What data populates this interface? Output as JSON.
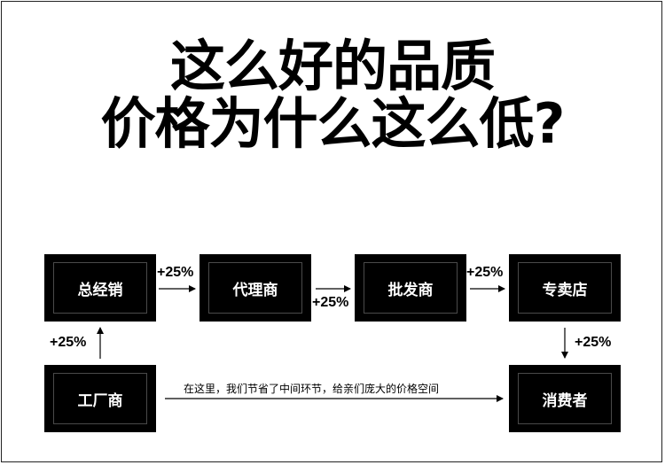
{
  "headline": {
    "line1": "这么好的品质",
    "line2": "价格为什么这么低?"
  },
  "nodes": {
    "general_distributor": "总经销",
    "agent": "代理商",
    "wholesaler": "批发商",
    "specialty_store": "专卖店",
    "factory": "工厂商",
    "consumer": "消费者"
  },
  "markups": {
    "factory_to_general": "+25%",
    "general_to_agent": "+25%",
    "agent_to_wholesaler": "+25%",
    "wholesaler_to_store": "+25%",
    "store_to_consumer": "+25%"
  },
  "direct_note": "在这里，我们节省了中间环节，给亲们庞大的价格空间",
  "colors": {
    "box": "#000000",
    "box_text": "#ffffff",
    "background": "#ffffff"
  }
}
